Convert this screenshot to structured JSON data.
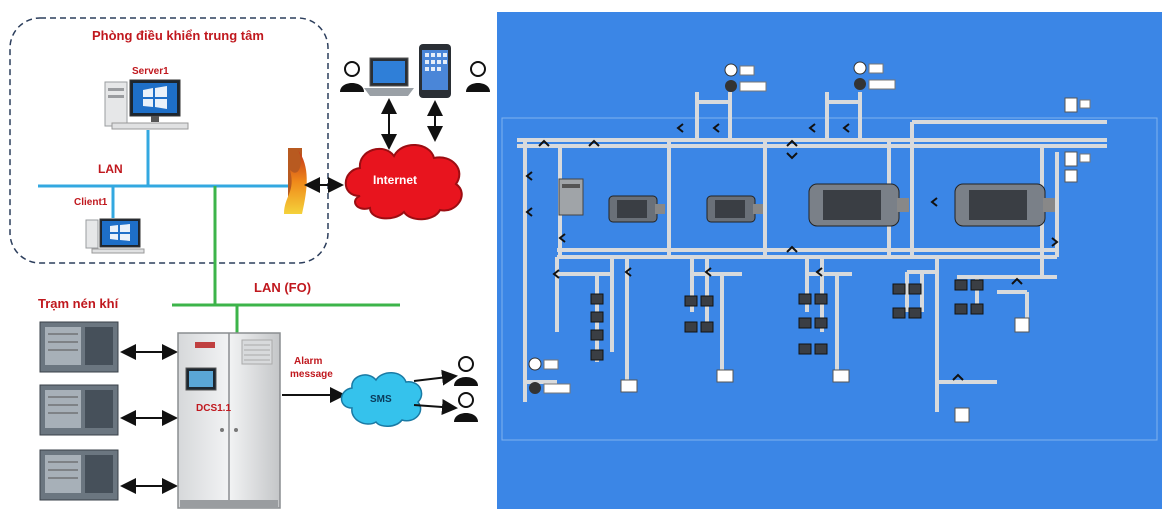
{
  "network": {
    "control_room_title": "Phòng điều khiển trung tâm",
    "server_label": "Server1",
    "client_label": "Client1",
    "lan_label": "LAN",
    "lan_fo_label": "LAN (FO)",
    "internet_label": "Internet",
    "compressor_station_label": "Trạm nén khí",
    "dcs_label": "DCS1.1",
    "alarm_line1": "Alarm",
    "alarm_line2": "message",
    "sms_label": "SMS"
  },
  "colors": {
    "label_red": "#c0181e",
    "lan_blue": "#33a8e0",
    "lan_green": "#3cb44a",
    "internet_red": "#e8141e",
    "sms_cyan": "#35c2ec",
    "scada_bg": "#3b86e6",
    "pipe": "#d8dadc"
  },
  "icons": [
    "server-icon",
    "client-pc-icon",
    "firewall-icon",
    "cloud-icon",
    "laptop-icon",
    "tablet-icon",
    "user-icon",
    "compressor-icon",
    "cabinet-icon",
    "valve-icon",
    "gauge-icon"
  ]
}
